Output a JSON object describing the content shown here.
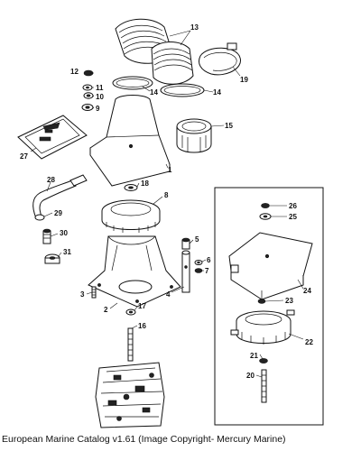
{
  "callouts": {
    "c1": "1",
    "c2": "2",
    "c3": "3",
    "c4": "4",
    "c5": "5",
    "c6": "6",
    "c7": "7",
    "c8": "8",
    "c9": "9",
    "c10": "10",
    "c11": "11",
    "c12": "12",
    "c13": "13",
    "c14a": "14",
    "c14b": "14",
    "c15": "15",
    "c16": "16",
    "c17": "17",
    "c18": "18",
    "c19": "19",
    "c20": "20",
    "c21": "21",
    "c22": "22",
    "c23": "23",
    "c24": "24",
    "c25": "25",
    "c26": "26",
    "c27": "27",
    "c28": "28",
    "c29": "29",
    "c30": "30",
    "c31": "31"
  },
  "caption": "European Marine Catalog v1.61 (Image Copyright- Mercury Marine)"
}
